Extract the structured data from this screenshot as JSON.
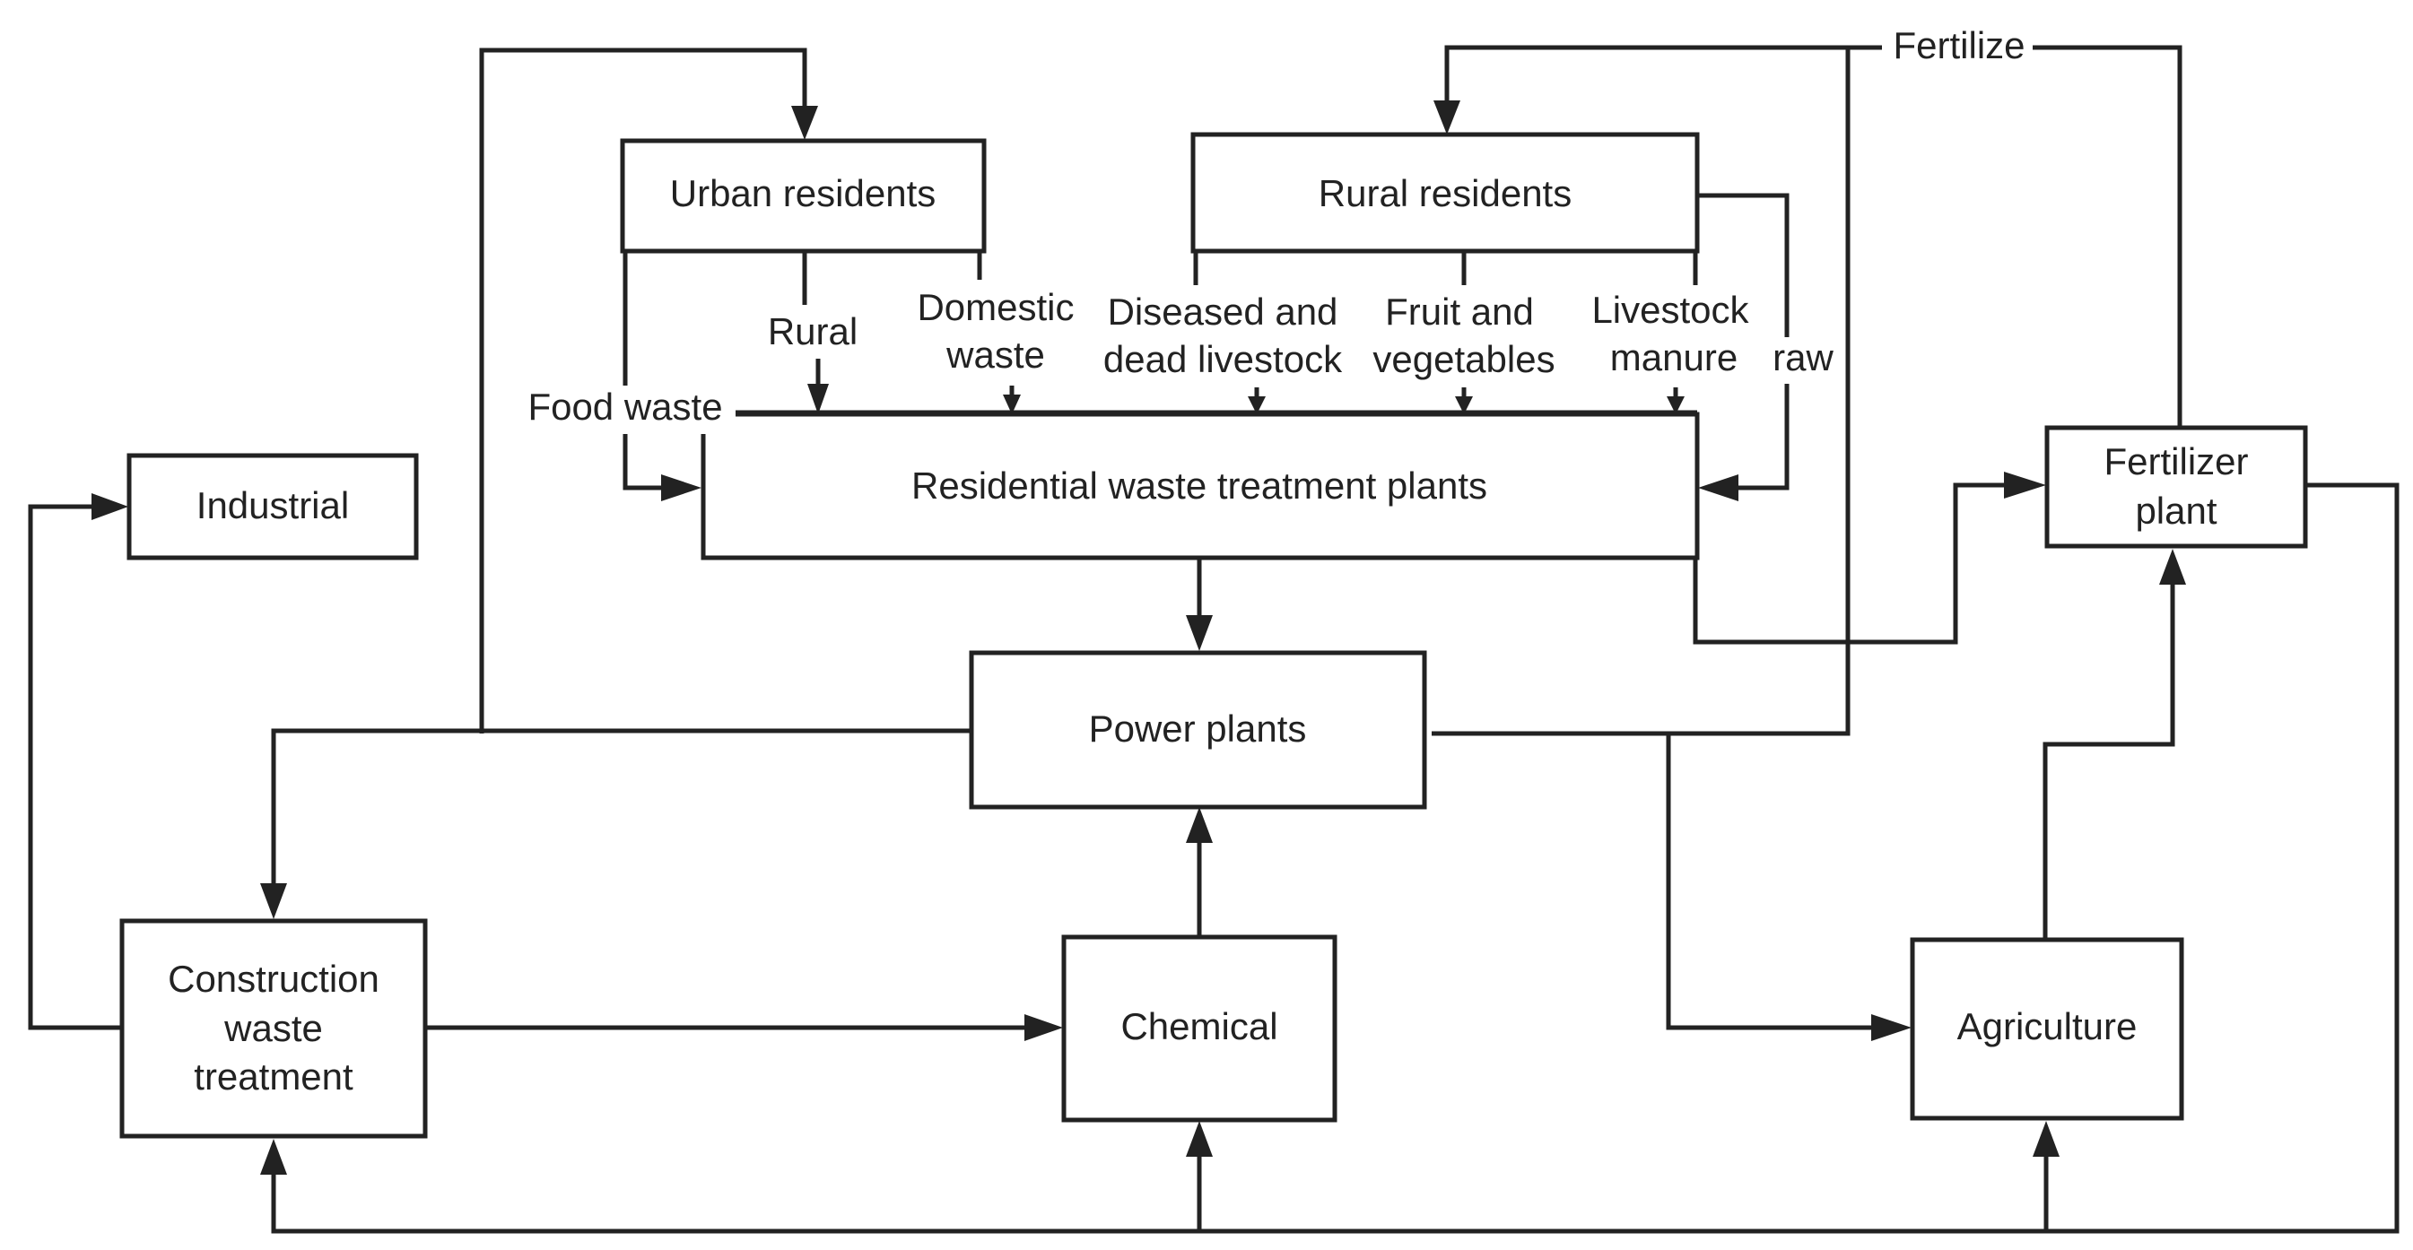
{
  "diagram": {
    "nodes": {
      "urban_residents": "Urban residents",
      "rural_residents": "Rural residents",
      "industrial": "Industrial",
      "residential_waste": "Residential waste treatment plants",
      "fertilizer_plant": [
        "Fertilizer",
        "plant"
      ],
      "power_plants": "Power plants",
      "construction_waste": [
        "Construction",
        "waste",
        "treatment"
      ],
      "chemical": "Chemical",
      "agriculture": "Agriculture"
    },
    "edge_labels": {
      "fertilize": "Fertilize",
      "rural": "Rural",
      "domestic_waste": [
        "Domestic",
        "waste"
      ],
      "diseased_livestock": [
        "Diseased and",
        "dead livestock"
      ],
      "fruit_vegetables": [
        "Fruit and",
        "vegetables"
      ],
      "livestock_manure": [
        "Livestock",
        "manure"
      ],
      "raw": "raw",
      "food_waste": "Food waste"
    }
  }
}
